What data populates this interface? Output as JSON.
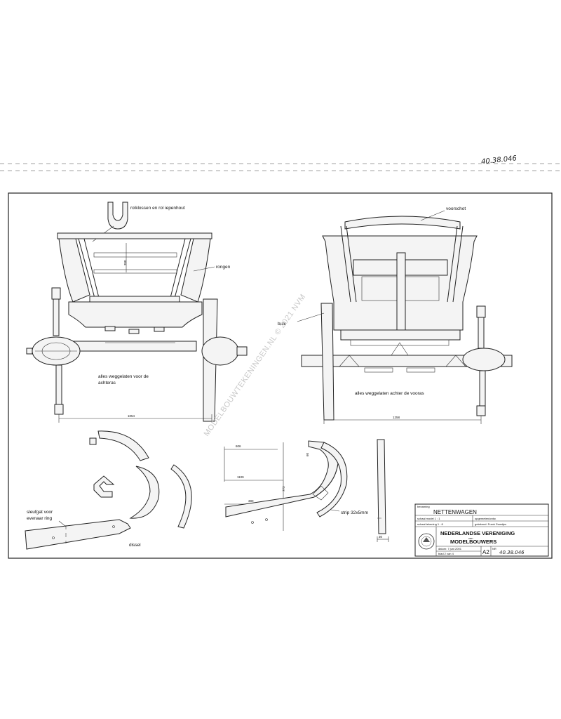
{
  "catalog_number": "40.38.046",
  "labels": {
    "rolklossen": "rolklossen en rol iepenhout",
    "rongen": "rongen",
    "voorschot": "voorschot",
    "bulk": "bulk",
    "rear_caption_1": "alles weggelaten voor de",
    "rear_caption_2": "achteras",
    "front_caption": "alles weggelaten achter de vooras",
    "sleufgat_1": "sleufgat voor",
    "sleufgat_2": "evenaar ring",
    "dissel": "dissel",
    "strip": "strip 32x5mm"
  },
  "dimensions": {
    "d_350": "350",
    "d_1054": "1054",
    "d_1258": "1258",
    "d_606": "606",
    "d_1109": "1109",
    "d_380": "380",
    "d_773": "773",
    "d_60": "60",
    "d_30": "30"
  },
  "title_block": {
    "benaming_label": "benaming",
    "name": "NETTENWAGEN",
    "schaal_model": "schaal model 1 : 1",
    "schaal_tekening": "schaal tekening 1 : 8",
    "opgemeten": "opgemeten/ontw.",
    "getekend": "getekend: Frank Zwartjes",
    "org_line1": "NEDERLANDSE VERENIGING",
    "org_line2": "van",
    "org_line3": "MODELBOUWERS",
    "datum": "datum: 7 juni 2001",
    "blad": "blad 2 van 4",
    "format": "A2",
    "nr_label": "NR",
    "nr_value": "40.38.046"
  },
  "watermark": "MODELBOUWTEKENINGEN.NL © 2021 NVM"
}
